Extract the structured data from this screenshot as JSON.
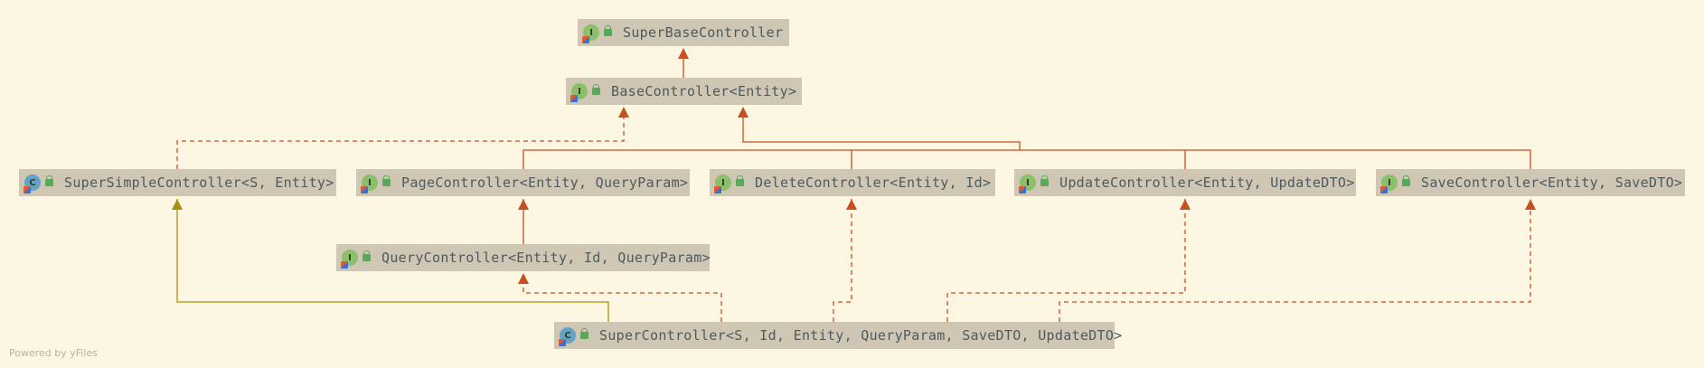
{
  "nodes": [
    {
      "id": "super-base",
      "label": "SuperBaseController",
      "icon": "interface-icon",
      "icon_letter": "I",
      "kind": "interface"
    },
    {
      "id": "base",
      "label": "BaseController<Entity>",
      "icon": "interface-icon",
      "icon_letter": "I",
      "kind": "interface"
    },
    {
      "id": "super-simple",
      "label": "SuperSimpleController<S, Entity>",
      "icon": "class-icon",
      "icon_letter": "C",
      "kind": "class"
    },
    {
      "id": "page",
      "label": "PageController<Entity, QueryParam>",
      "icon": "interface-icon",
      "icon_letter": "I",
      "kind": "interface"
    },
    {
      "id": "delete",
      "label": "DeleteController<Entity, Id>",
      "icon": "interface-icon",
      "icon_letter": "I",
      "kind": "interface"
    },
    {
      "id": "update",
      "label": "UpdateController<Entity, UpdateDTO>",
      "icon": "interface-icon",
      "icon_letter": "I",
      "kind": "interface"
    },
    {
      "id": "save",
      "label": "SaveController<Entity, SaveDTO>",
      "icon": "interface-icon",
      "icon_letter": "I",
      "kind": "interface"
    },
    {
      "id": "query",
      "label": "QueryController<Entity, Id, QueryParam>",
      "icon": "interface-icon",
      "icon_letter": "I",
      "kind": "interface"
    },
    {
      "id": "super",
      "label": "SuperController<S, Id, Entity, QueryParam, SaveDTO, UpdateDTO>",
      "icon": "class-icon",
      "icon_letter": "C",
      "kind": "class"
    }
  ],
  "colors": {
    "background": "#fdf6e3",
    "node_fill": "#cfc6b3",
    "extends_edge": "#c94f21",
    "implements_edge": "#c94f21",
    "class_extends_edge": "#a8900a"
  },
  "footer": "Powered by yFiles"
}
